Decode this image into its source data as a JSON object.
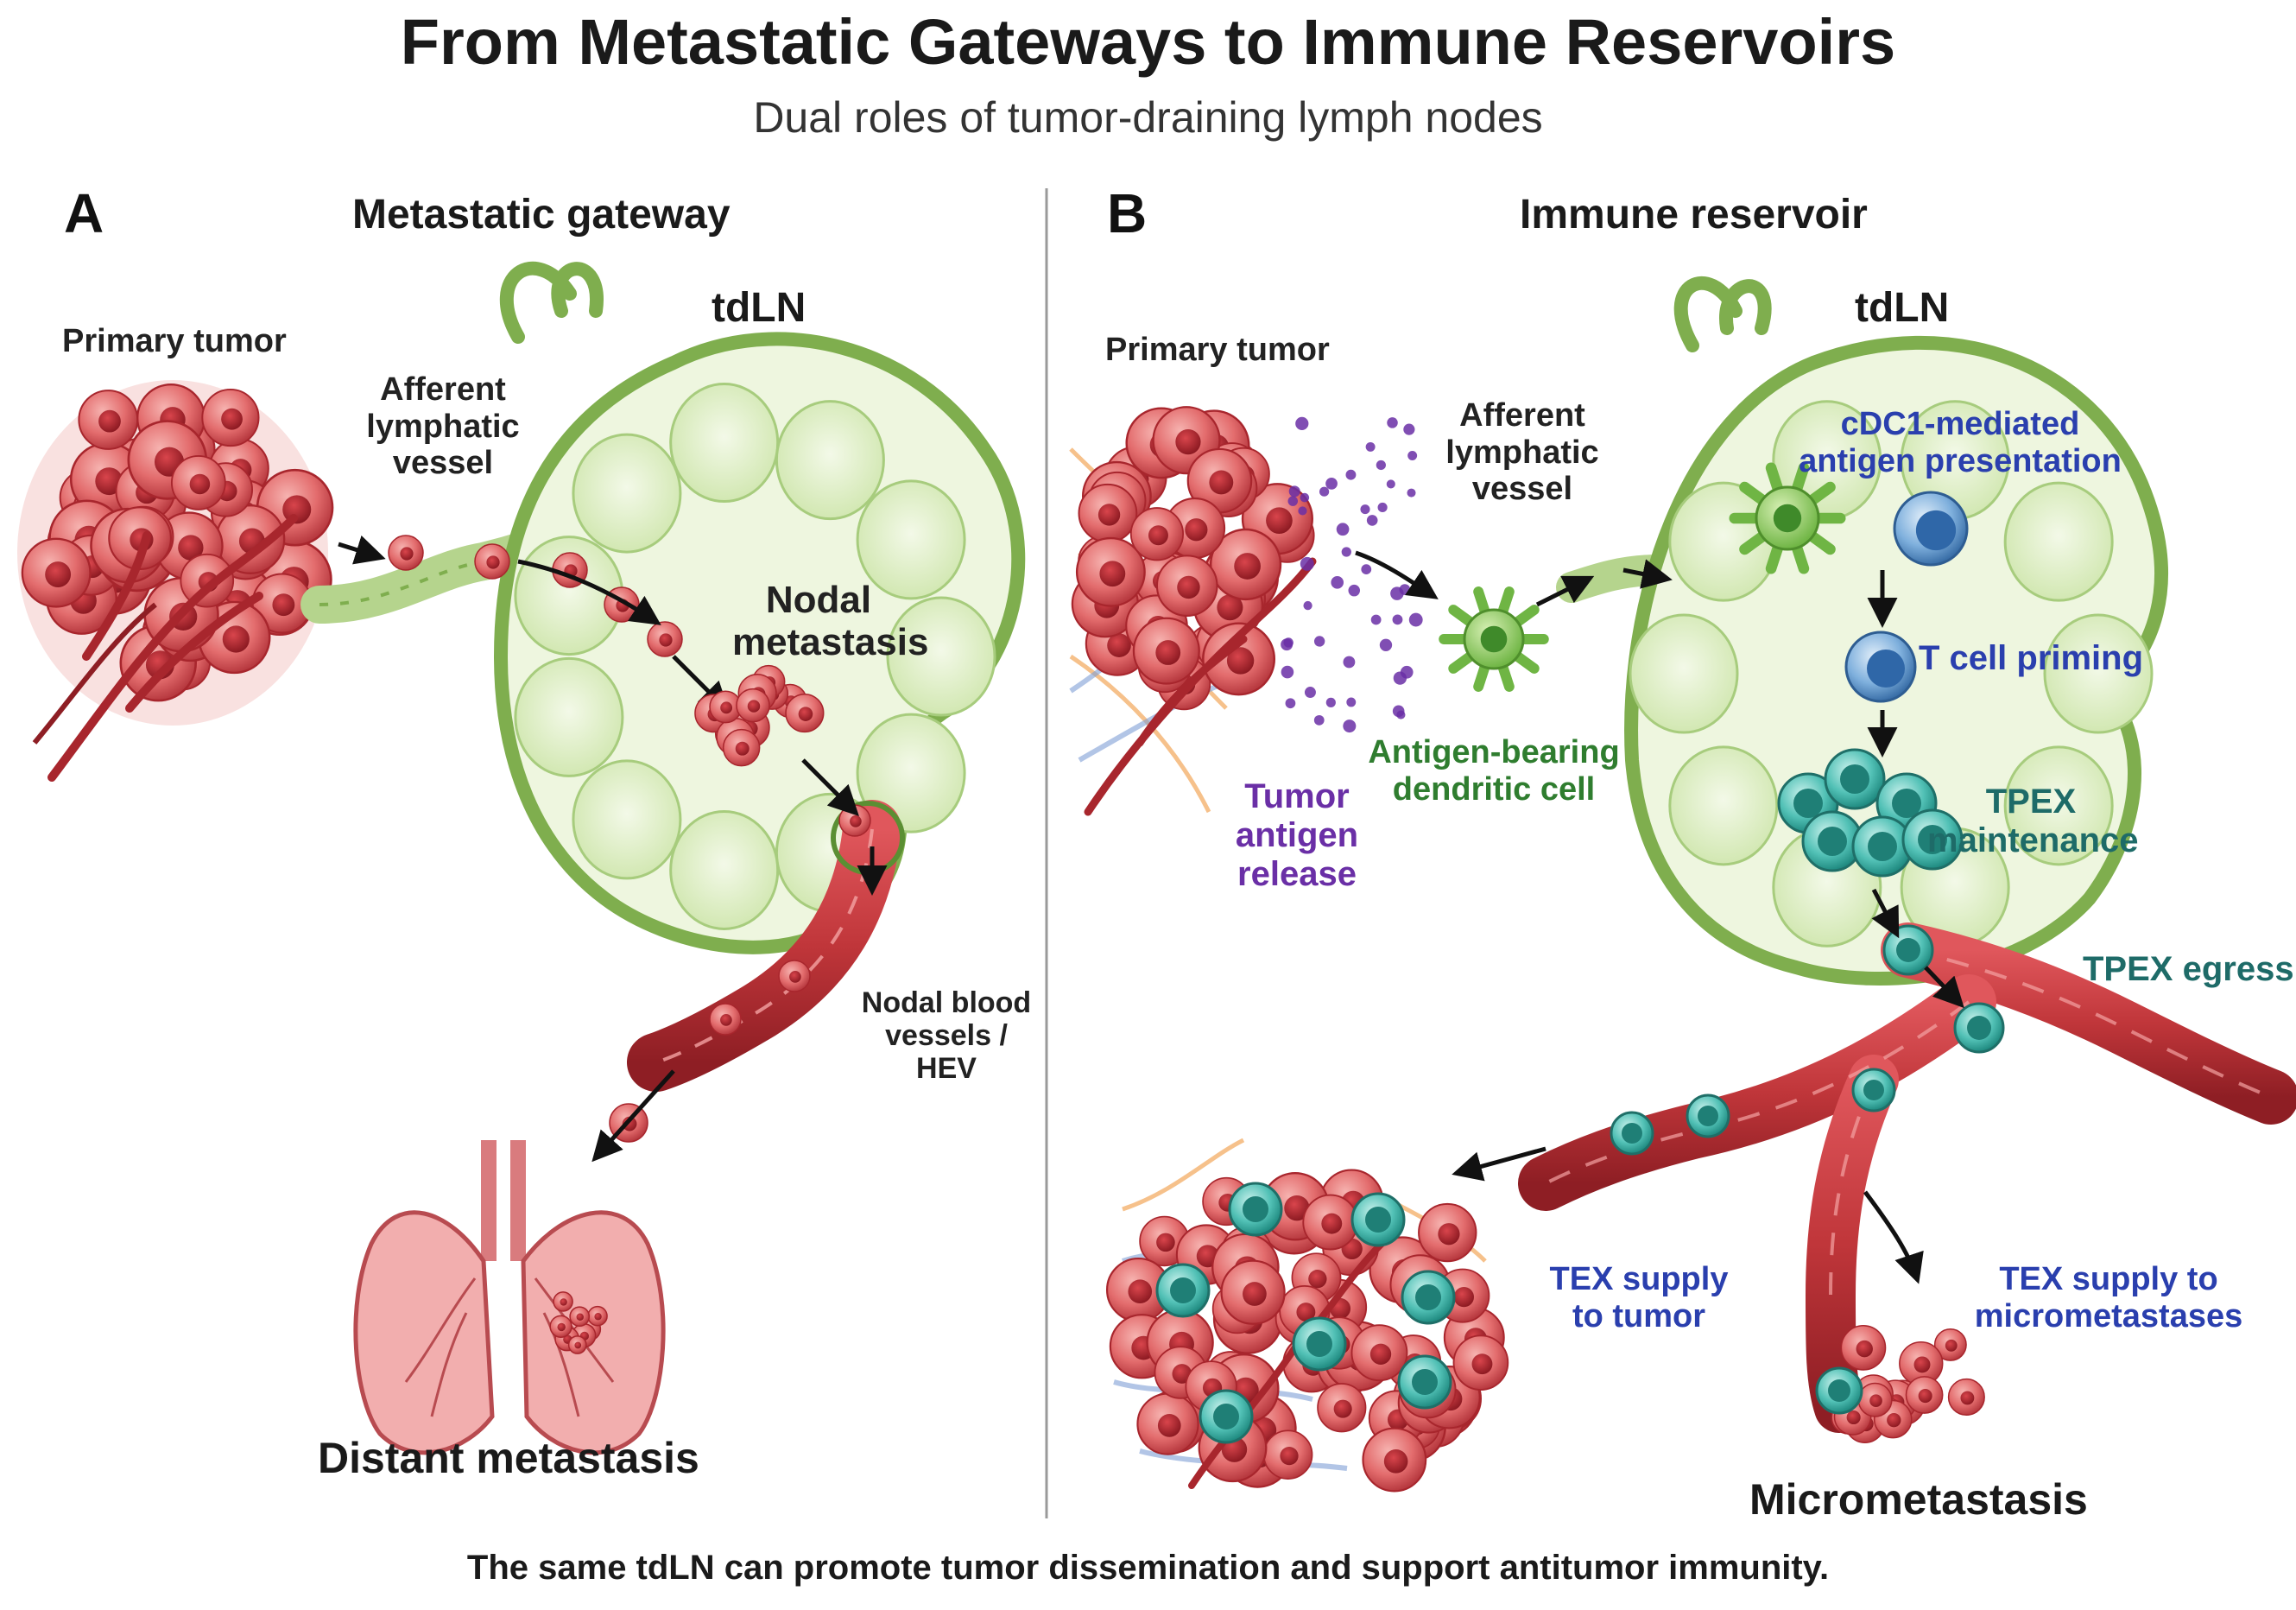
{
  "header": {
    "title": "From Metastatic Gateways to Immune Reservoirs",
    "subtitle": "Dual roles of tumor-draining lymph nodes"
  },
  "panel_a": {
    "letter": "A",
    "title": "Metastatic gateway",
    "primary_tumor": "Primary tumor",
    "afferent_vessel": "Afferent\nlymphatic\nvessel",
    "tdln": "tdLN",
    "nodal_metastasis": "Nodal\nmetastasis",
    "nodal_blood_vessels": "Nodal blood\nvessels / HEV",
    "distant_metastasis": "Distant metastasis"
  },
  "panel_b": {
    "letter": "B",
    "title": "Immune reservoir",
    "primary_tumor": "Primary tumor",
    "afferent_vessel": "Afferent\nlymphatic\nvessel",
    "tdln": "tdLN",
    "cdc1_presentation": "cDC1-mediated\nantigen presentation",
    "t_cell_priming": "T cell priming",
    "tpex_maintenance": "TPEX\nmaintenance",
    "tpex_egress": "TPEX egress",
    "tumor_antigen_release": "Tumor\nantigen\nrelease",
    "antigen_bearing_dc": "Antigen-bearing\ndendritic cell",
    "tex_supply_tumor": "TEX supply\nto tumor",
    "tex_supply_micromet": "TEX supply to\nmicrometastases",
    "micrometastasis": "Micrometastasis"
  },
  "footer": {
    "caption": "The same tdLN can promote tumor dissemination and support antitumor immunity."
  },
  "colors": {
    "tumor": "#e0686b",
    "tumor_dark": "#a8262d",
    "vessel": "#c0363a",
    "node_outline": "#7fae4e",
    "node_fill": "#eef6df",
    "t_cell_blue": "#5b93cc",
    "tpex_teal": "#3fb3a8",
    "label_blue": "#2a3fae",
    "label_green": "#2f7d2f",
    "label_purple": "#6a2fa6",
    "label_teal": "#1e6b68"
  }
}
